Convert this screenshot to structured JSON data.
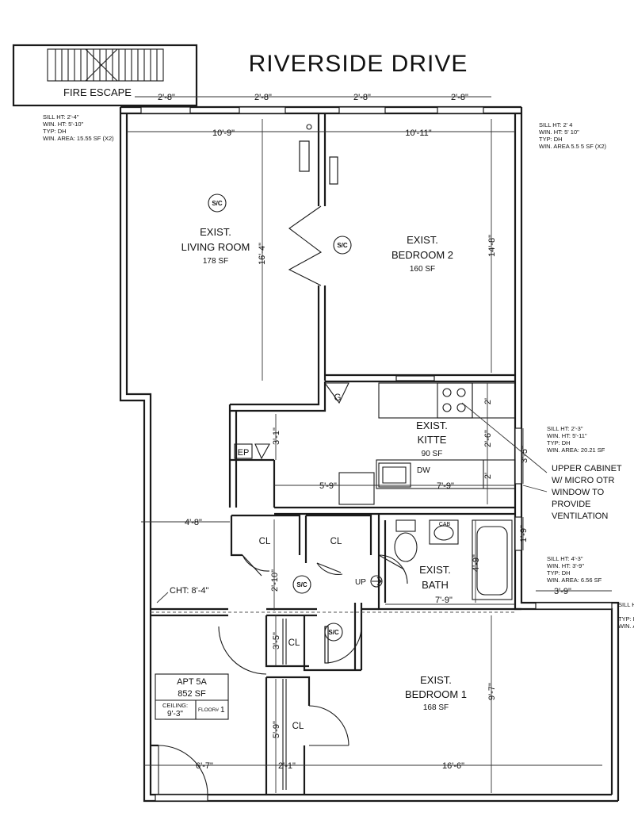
{
  "title": "RIVERSIDE DRIVE",
  "fire_escape": "FIRE ESCAPE",
  "rooms": {
    "living": {
      "name1": "EXIST.",
      "name2": "LIVING ROOM",
      "area": "178 SF"
    },
    "bedroom2": {
      "name1": "EXIST.",
      "name2": "BEDROOM 2",
      "area": "160 SF"
    },
    "kitchen": {
      "name1": "EXIST.",
      "name2": "KITTE",
      "area": "90 SF"
    },
    "bath": {
      "name1": "EXIST.",
      "name2": "BATH"
    },
    "bedroom1": {
      "name1": "EXIST.",
      "name2": "BEDROOM 1",
      "area": "168 SF"
    }
  },
  "dims": {
    "win_top_1": "2'-8\"",
    "win_top_2": "2'-8\"",
    "win_top_3": "2'-8\"",
    "win_top_4": "2'-8\"",
    "living_w": "10'-9\"",
    "bed2_w": "10'-11\"",
    "living_h": "16'-4\"",
    "bed2_h": "14'-8\"",
    "k_3_1": "3'-1\"",
    "k_5_9": "5'-9\"",
    "k_7_9": "7'-9\"",
    "k_2": "2'",
    "k_2_6": "2'-6\"",
    "k_2b": "2'",
    "k_3_5": "3'-5\"",
    "hall_4_8": "4'-8\"",
    "hall_2_10": "2'-10\"",
    "bath_4_9": "4'-9\"",
    "bath_7_9": "7'-9\"",
    "bath_1_9": "1'-9\"",
    "bath_3_9": "3'-9\"",
    "cl_3_5": "3'-5\"",
    "cl_5_9": "5'-9\"",
    "bot_6_7": "6'-7\"",
    "bot_2_1": "2'-1\"",
    "bot_16_6": "16'-6\"",
    "bed1_9_7": "9'-7\""
  },
  "notes": {
    "left_win": [
      "SILL HT: 2'-4\"",
      "WIN. HT: 5'-10\"",
      "TYP: DH",
      "WIN. AREA: 15.55 SF (X2)"
    ],
    "right_win_top": [
      "SILL HT: 2' 4",
      "WIN. HT: 5' 10\"",
      "TYP: DH",
      "WIN. AREA   5.5 5 SF (X2)"
    ],
    "kitchen_win": [
      "SILL HT: 2'-3\"",
      "WIN. HT: 5'-11\"",
      "TYP: DH",
      "WIN. AREA: 20.21 SF"
    ],
    "bath_win": [
      "SILL HT: 4'-3\"",
      "WIN. HT: 3'-9\"",
      "TYP: DH",
      "WIN. AREA: 6.56 SF"
    ],
    "edge_win": [
      "SILL H",
      "TYP: D",
      "WIN. A"
    ]
  },
  "callout": [
    "UPPER CABINET",
    "W/ MICRO OTR",
    "WINDOW TO",
    "PROVIDE",
    "VENTILATION"
  ],
  "symbols": {
    "sc": "S/C",
    "g": "G",
    "ep": "EP",
    "dw": "DW",
    "cl": "CL",
    "up": "UP",
    "sink_label": "CAB"
  },
  "cht": "CHT: 8'-4\"",
  "apt": {
    "name": "APT 5A",
    "area": "852 SF",
    "ceiling_label": "CEILING:",
    "ceiling": "9'-3\"",
    "floor_label": "FLOOR#",
    "floor": "1"
  }
}
